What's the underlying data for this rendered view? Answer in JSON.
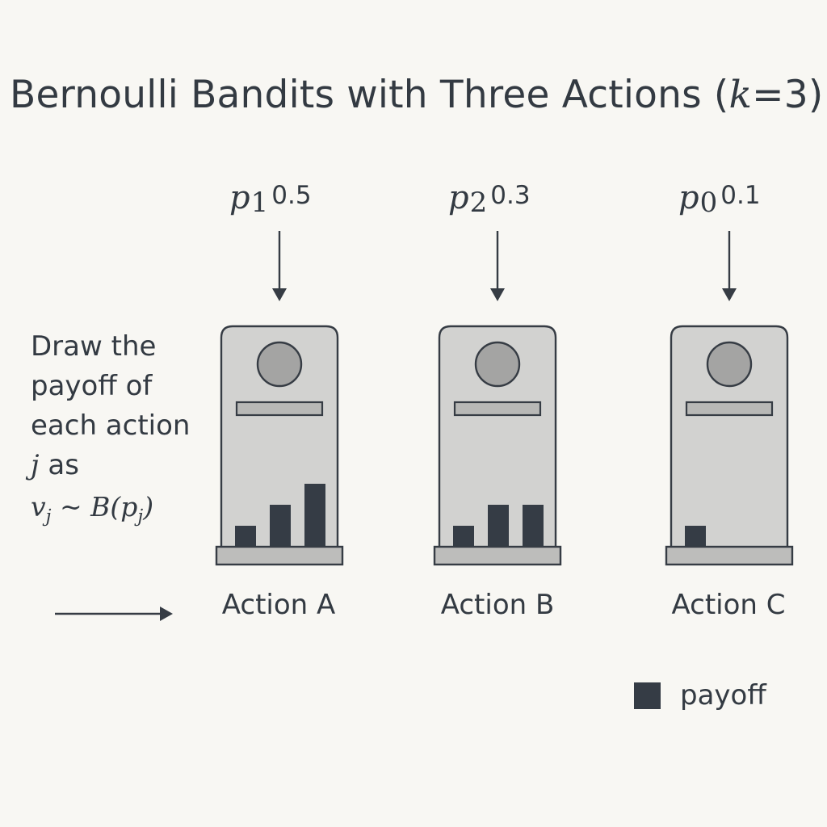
{
  "title": {
    "prefix": "Bernoulli Bandits with Three Actions (",
    "k_symbol": "k",
    "suffix": "=3)"
  },
  "probabilities": [
    {
      "symbol": "p",
      "subscript": "1",
      "value": "0.5"
    },
    {
      "symbol": "p",
      "subscript": "2",
      "value": "0.3"
    },
    {
      "symbol": "p",
      "subscript": "0",
      "value": "0.1"
    }
  ],
  "description": {
    "line1": "Draw the",
    "line2": "payoff of",
    "line3": "each action",
    "line4_var": "j",
    "line4_rest": " as",
    "formula": {
      "v": "v",
      "v_sub": "j",
      "tilde": " ~ ",
      "B": "B(",
      "p": "p",
      "p_sub": "j",
      "close": ")"
    }
  },
  "actions": [
    {
      "label": "Action A",
      "payoff_bars": [
        1,
        2,
        3
      ]
    },
    {
      "label": "Action B",
      "payoff_bars": [
        1,
        2,
        2
      ]
    },
    {
      "label": "Action C",
      "payoff_bars": [
        1
      ]
    }
  ],
  "legend": {
    "label": "payoff"
  },
  "colors": {
    "background": "#f8f7f3",
    "text": "#333a42",
    "machine_body": "#d2d2d0",
    "machine_outline": "#363c44",
    "knob": "#a4a4a3",
    "slot": "#b8b8b6",
    "base": "#bdbdbb",
    "payoff_bar": "#353c45"
  }
}
